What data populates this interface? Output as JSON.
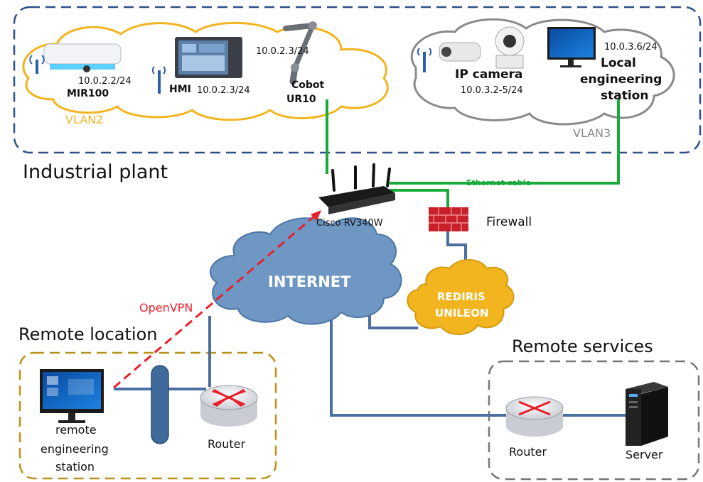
{
  "colors": {
    "vlan_box": "#2f4f8a",
    "vlan2": "#f2b41f",
    "vlan3": "#8a8a8a",
    "ethernet": "#1aaa3a",
    "openvpn": "#e8202a",
    "link": "#4a6fa0",
    "remote_location_box": "#b8911a",
    "remote_services_box": "#777777",
    "cloud_internet": "#6f97c4",
    "cloud_rediris": "#f2b41f",
    "firewall": "#c8202a"
  },
  "industrial_plant": {
    "title": "Industrial plant",
    "vlan2": {
      "label": "VLAN2",
      "mir100": {
        "name": "MIR100",
        "ip": "10.0.2.2/24"
      },
      "hmi": {
        "name": "HMI",
        "ip": "10.0.2.3/24"
      },
      "cobot": {
        "name": "Cobot",
        "name2": "UR10",
        "ip": "10.0.2.3/24"
      }
    },
    "vlan3": {
      "label": "VLAN3",
      "ip_camera": {
        "name": "IP camera",
        "ip": "10.0.3.2-5/24"
      },
      "local_station": {
        "line1": "Local",
        "line2": "engineering",
        "line3": "station",
        "ip": "10.0.3.6/24"
      }
    }
  },
  "network": {
    "router_name": "Cisco RV340W",
    "ethernet_label": "Ethernet cable",
    "firewall_label": "Firewall",
    "internet_label": "INTERNET",
    "rediris_line1": "REDIRIS",
    "rediris_line2": "UNILEON",
    "openvpn_label": "OpenVPN"
  },
  "remote_location": {
    "title": "Remote location",
    "station_line1": "remote",
    "station_line2": "engineering",
    "station_line3": "station",
    "router_label": "Router"
  },
  "remote_services": {
    "title": "Remote services",
    "router_label": "Router",
    "server_label": "Server"
  }
}
